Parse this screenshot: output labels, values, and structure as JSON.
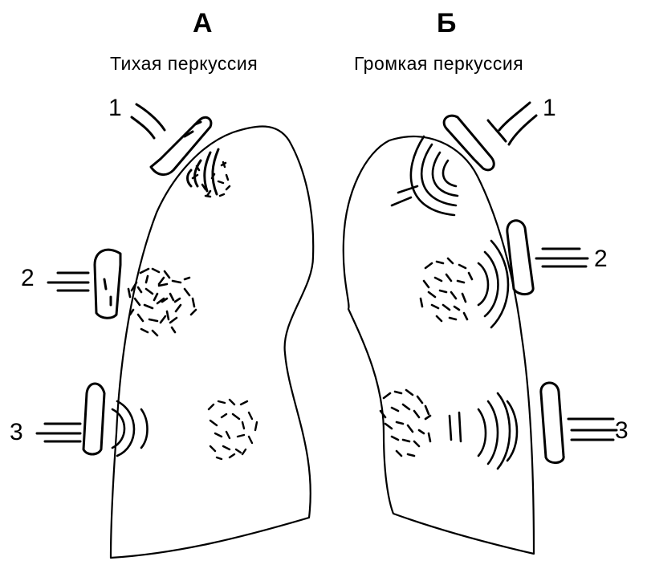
{
  "panels": {
    "A": {
      "letter": "А",
      "caption": "Тихая перкуссия"
    },
    "B": {
      "letter": "Б",
      "caption": "Громкая перкуссия"
    }
  },
  "markers": {
    "a1": "1",
    "a2": "2",
    "a3": "3",
    "b1": "1",
    "b2": "2",
    "b3": "3"
  },
  "colors": {
    "ink": "#000000",
    "background": "#ffffff"
  }
}
